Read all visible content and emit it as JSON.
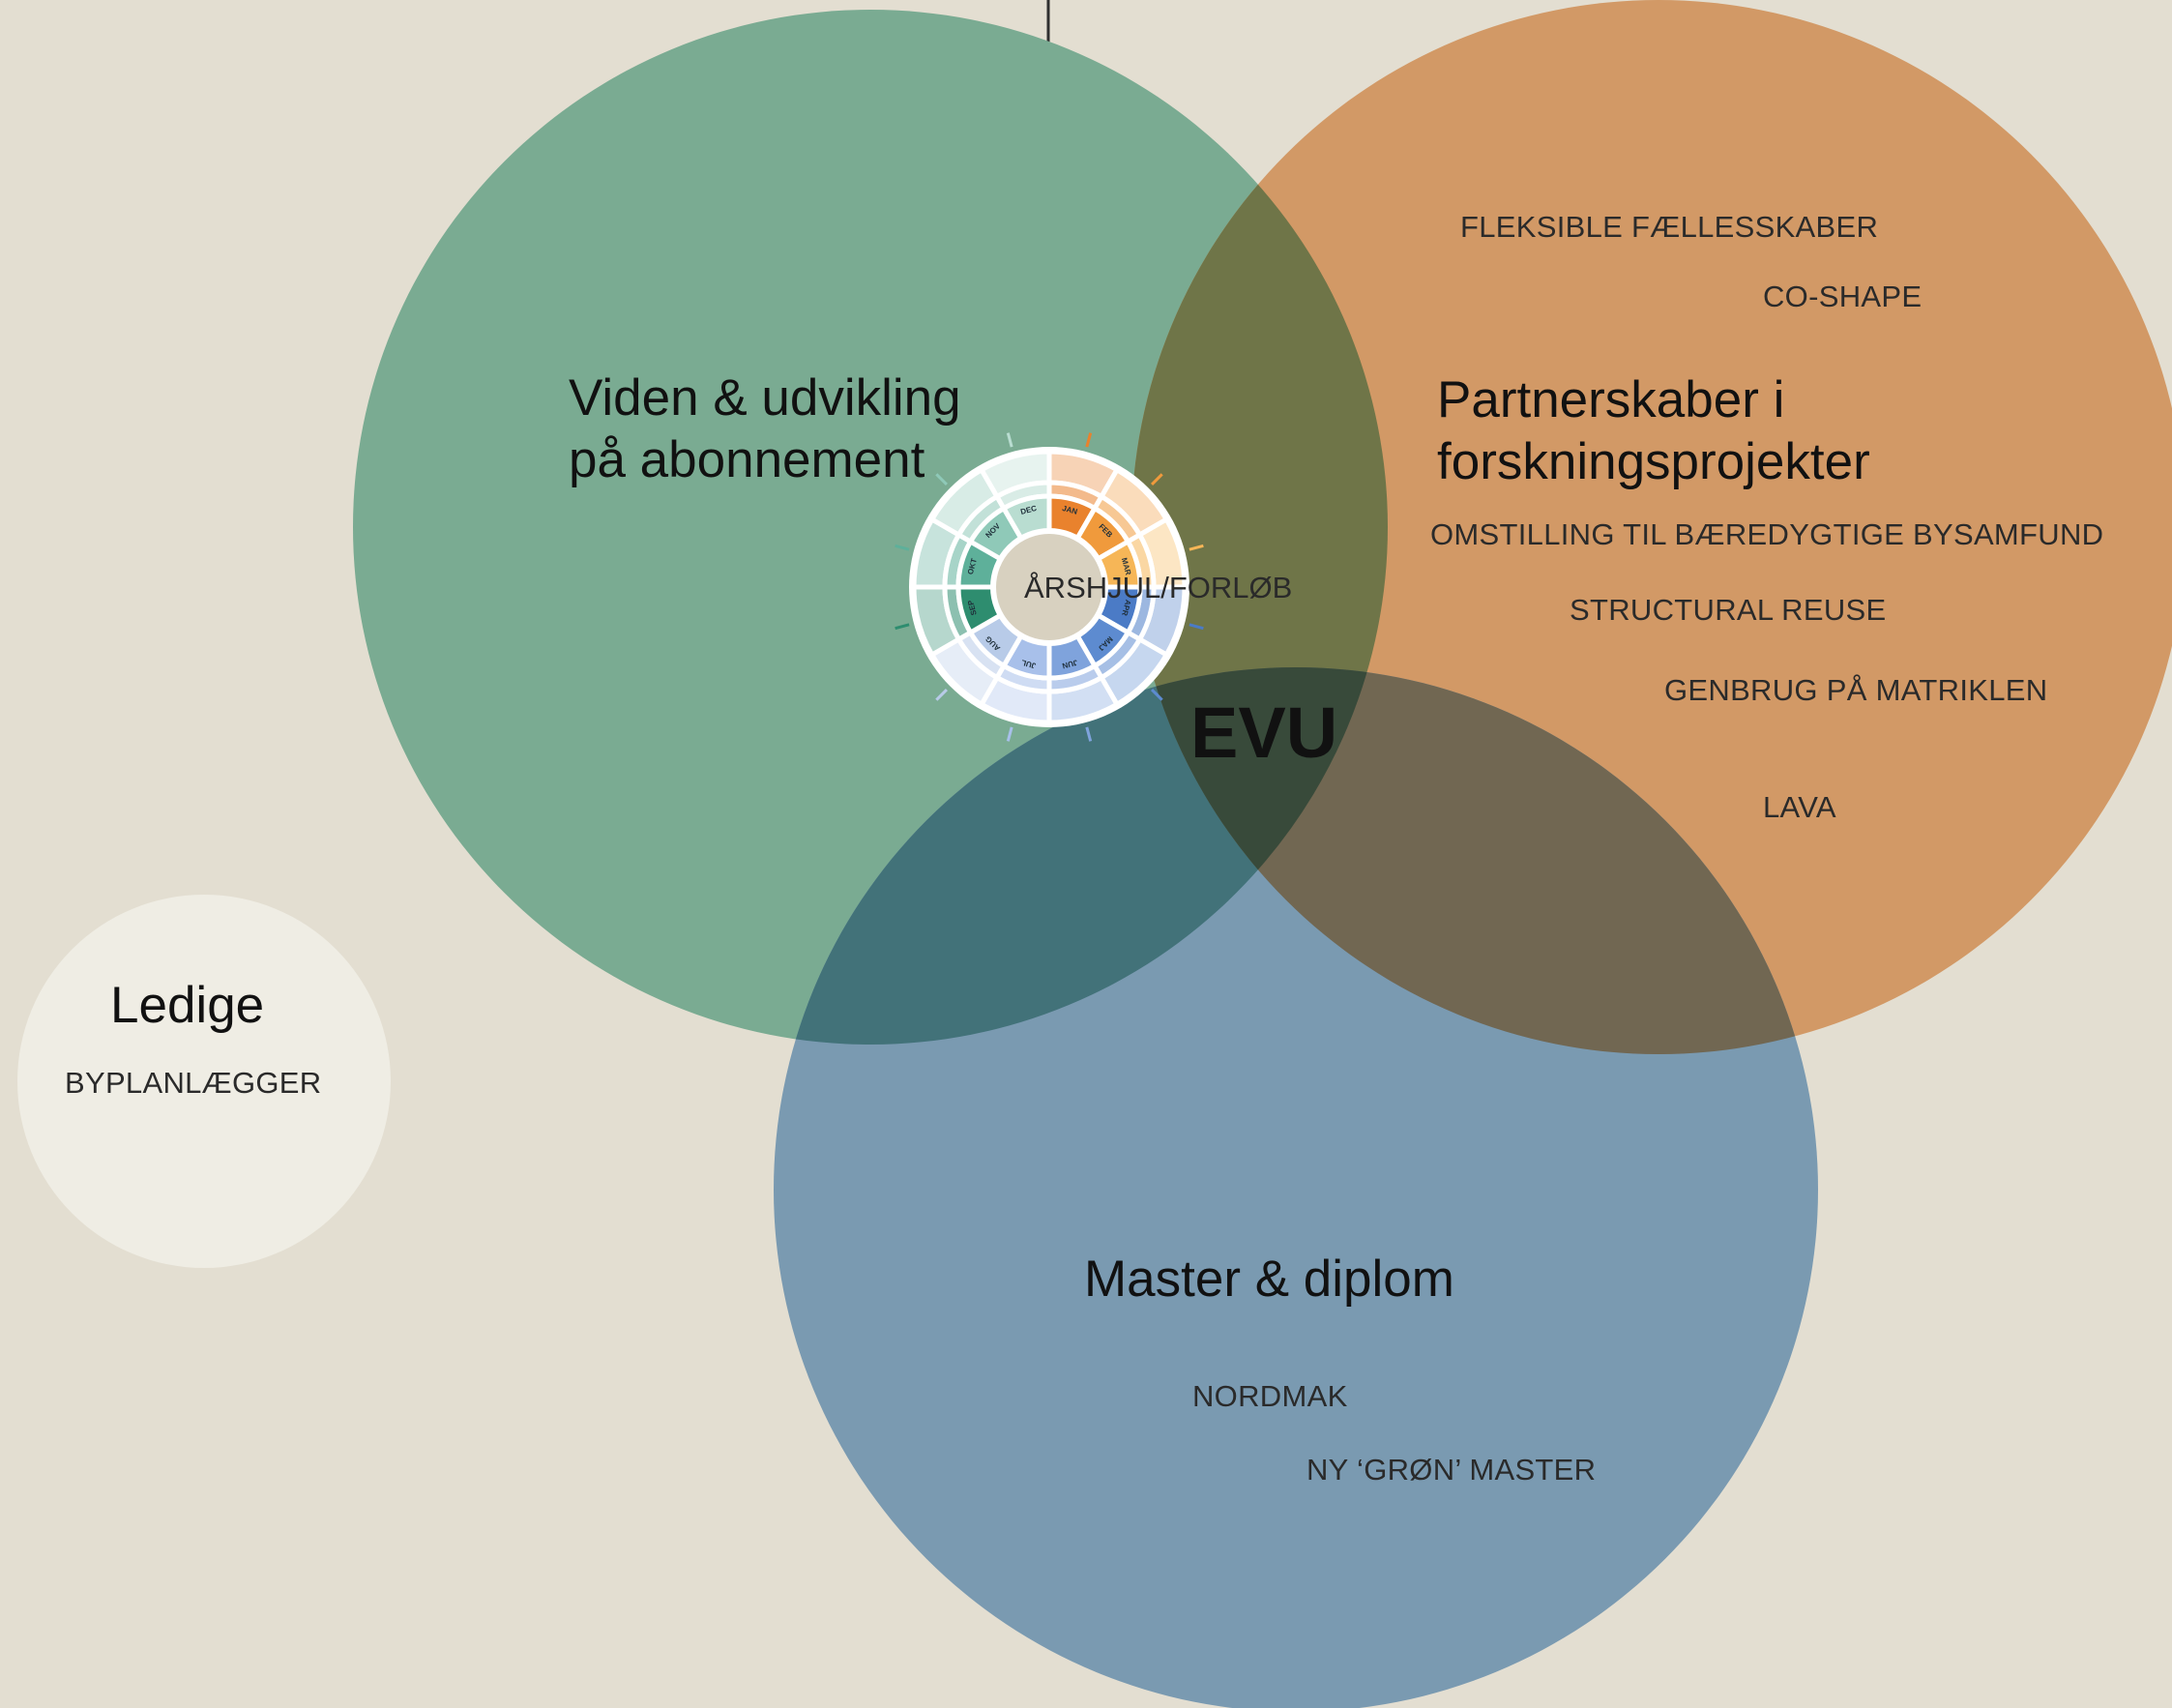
{
  "colors": {
    "background": "#e3ded1",
    "green_circle": "#7aab92",
    "orange_circle": "#d29966",
    "blue_circle": "#7a9ab1",
    "green_orange_overlap": "#6f7548",
    "green_blue_overlap": "#427279",
    "orange_blue_overlap": "#716752",
    "center_overlap": "#384a3a",
    "ledige_circle": "#efede4"
  },
  "circles": {
    "green": {
      "title_line1": "Viden & udvikling",
      "title_line2": "på abonnement"
    },
    "orange": {
      "title_line1": "Partnerskaber i",
      "title_line2": "forskningsprojekter",
      "items": [
        "FLEKSIBLE FÆLLESSKABER",
        "CO-SHAPE",
        "OMSTILLING TIL BÆREDYGTIGE BYSAMFUND",
        "STRUCTURAL REUSE",
        "GENBRUG PÅ MATRIKLEN",
        "LAVA"
      ]
    },
    "blue": {
      "title": "Master & diplom",
      "items": [
        "NORDMAK",
        "NY ‘GRØN’ MASTER"
      ]
    },
    "ledige": {
      "title": "Ledige",
      "items": [
        "BYPLANLÆGGER"
      ]
    }
  },
  "center_label": "EVU",
  "year_wheel": {
    "label": "ÅRSHJUL/FORLØB",
    "months": [
      "JAN",
      "FEB",
      "MAR",
      "APR",
      "MAJ",
      "JUN",
      "JUL",
      "AUG",
      "SEP",
      "OKT",
      "NOV",
      "DEC"
    ],
    "month_colors": [
      "#e9822d",
      "#f09a3c",
      "#f6b657",
      "#4b7bc6",
      "#5d8bd0",
      "#7fa3dc",
      "#a8c0ea",
      "#b8cbe8",
      "#2e8d6f",
      "#5eb09a",
      "#8fc9b8",
      "#b9ddd1"
    ]
  }
}
